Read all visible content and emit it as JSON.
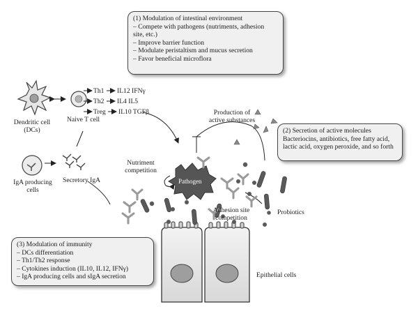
{
  "box1": {
    "lines": [
      "(1) Modulation of intestinal environment",
      "– Compete with pathogens (nutriments, adhesion",
      "site, etc.)",
      "– Improve barrier function",
      "– Modulate peristaltism and mucus secretion",
      "– Favor beneficial microflora"
    ]
  },
  "box2": {
    "lines": [
      "(2) Secretion of active molecules",
      "Bacteriocins, antibiotics, free fatty acid,",
      "lactic acid, oxygen peroxide, and so forth"
    ]
  },
  "box3": {
    "lines": [
      "(3) Modulation of immunity",
      "– DCs differentiation",
      "– Th1/Th2 response",
      "– Cytokines induction (IL10, IL12, IFNγ)",
      "– IgA producing cells and sIgA secretion"
    ]
  },
  "labels": {
    "dendritic_line1": "Dendritic cell",
    "dendritic_line2": "(DCs)",
    "naive_t_cell": "Naive T cell",
    "th1": "Th1",
    "th1_cytokines": "IL12 IFNγ",
    "th2": "Th2",
    "th2_cytokines": "IL4 IL5",
    "treg": "Treg",
    "treg_cytokines": "IL10 TGFβ",
    "iga_line1": "IgA producing",
    "iga_line2": "cells",
    "secretory_iga": "Secretory IgA",
    "nutriment_line1": "Nutriment",
    "nutriment_line2": "competition",
    "pathogen": "Pathogen",
    "production_line1": "Production of",
    "production_line2": "active substances",
    "adhesion_line1": "Adhesion site",
    "adhesion_line2": "competition",
    "probiotics": "Probiotics",
    "epithelial": "Epithelial cells"
  },
  "colors": {
    "cell_fill": "#e4e4e4",
    "nucleus": "#9e9e9e",
    "probiotic_rod": "#5a5a5a",
    "pathogen": "#555555",
    "antibody": "#9a9a9a",
    "box_fill": "#f0f0f0"
  }
}
